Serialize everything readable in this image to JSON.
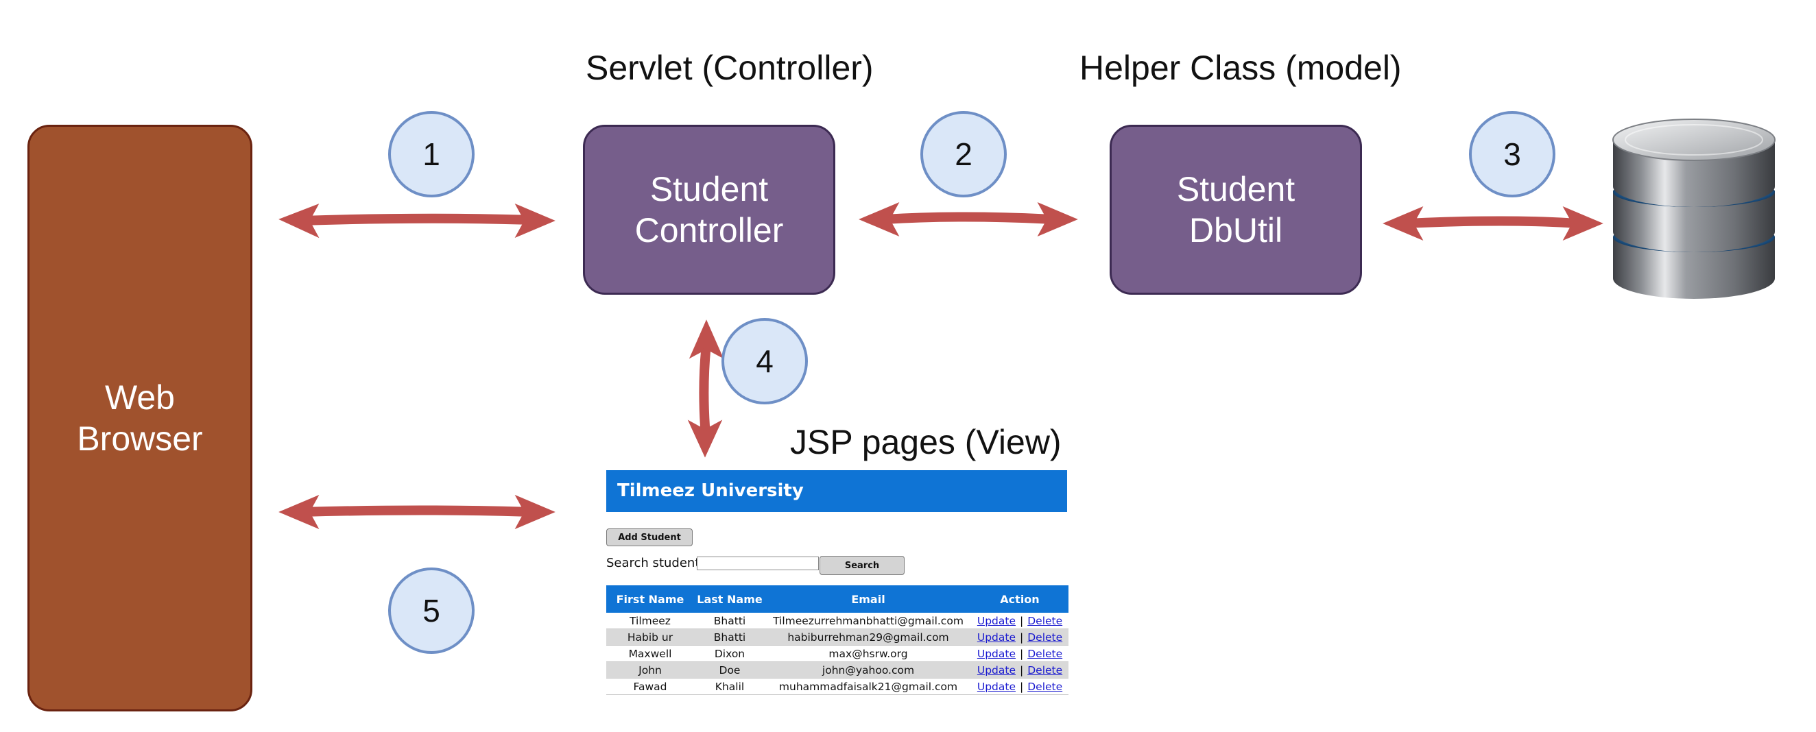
{
  "labels": {
    "servlet_caption": "Servlet (Controller)",
    "helper_caption": "Helper Class (model)",
    "jsp_caption": "JSP pages (View)"
  },
  "boxes": {
    "web_browser": [
      "Web",
      "Browser"
    ],
    "student_controller": [
      "Student",
      "Controller"
    ],
    "student_dbutil": [
      "Student",
      "DbUtil"
    ]
  },
  "steps": [
    "1",
    "2",
    "3",
    "4",
    "5"
  ],
  "jsp_page": {
    "title": "Tilmeez University",
    "add_button": "Add Student",
    "search_label": "Search student",
    "search_value": "",
    "search_button": "Search",
    "columns": [
      "First Name",
      "Last Name",
      "Email",
      "Action"
    ],
    "rows": [
      {
        "first": "Tilmeez",
        "last": "Bhatti",
        "email": "Tilmeezurrehmanbhatti@gmail.com"
      },
      {
        "first": "Habib ur",
        "last": "Bhatti",
        "email": "habiburrehman29@gmail.com"
      },
      {
        "first": "Maxwell",
        "last": "Dixon",
        "email": "max@hsrw.org"
      },
      {
        "first": "John",
        "last": "Doe",
        "email": "john@yahoo.com"
      },
      {
        "first": "Fawad",
        "last": "Khalil",
        "email": "muhammadfaisalk21@gmail.com"
      }
    ],
    "update_label": "Update",
    "delete_label": "Delete",
    "separator": "|"
  },
  "icons": {
    "database": "database-icon"
  },
  "colors": {
    "arrow": "#c0504d",
    "box_purple": "#765e8b",
    "box_brown": "#a0522d",
    "step_circle": "#dae7f8",
    "jsp_header": "#0f74d5"
  }
}
